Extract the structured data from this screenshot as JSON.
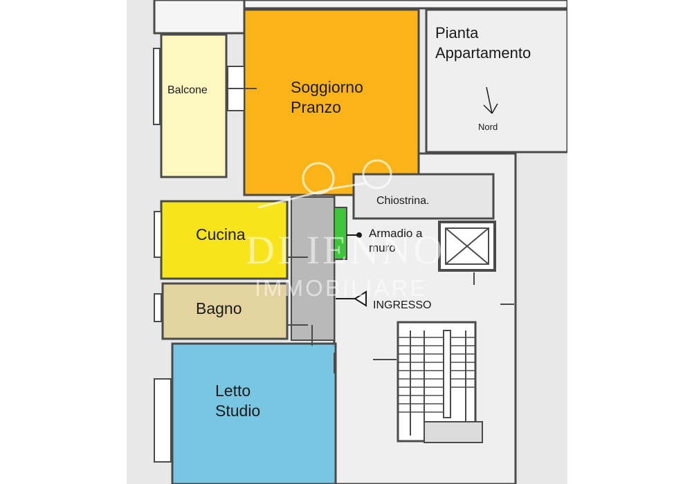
{
  "plan": {
    "title_line1": "Pianta",
    "title_line2": "Appartamento",
    "north_label": "Nord",
    "rooms": {
      "balcone": "Balcone",
      "soggiorno_line1": "Soggiorno",
      "soggiorno_line2": "Pranzo",
      "chiostrina": "Chiostrina.",
      "cucina": "Cucina",
      "armadio_line1": "Armadio a",
      "armadio_line2": "muro",
      "ingresso": "INGRESSO",
      "bagno": "Bagno",
      "letto_line1": "Letto",
      "letto_line2": "Studio"
    },
    "watermark": {
      "main": "DI IENNO",
      "sub": "IMMOBILIARE"
    },
    "colors": {
      "background": "#e8e8e8",
      "wall": "#4a4a4a",
      "balcone": "#fdf7c0",
      "soggiorno": "#fbb417",
      "cucina": "#f7e41b",
      "bagno": "#e3d39e",
      "letto": "#79c6e3",
      "armadio": "#3ec63a",
      "corridor": "#b9b9b9",
      "common_area": "#efefef"
    }
  }
}
